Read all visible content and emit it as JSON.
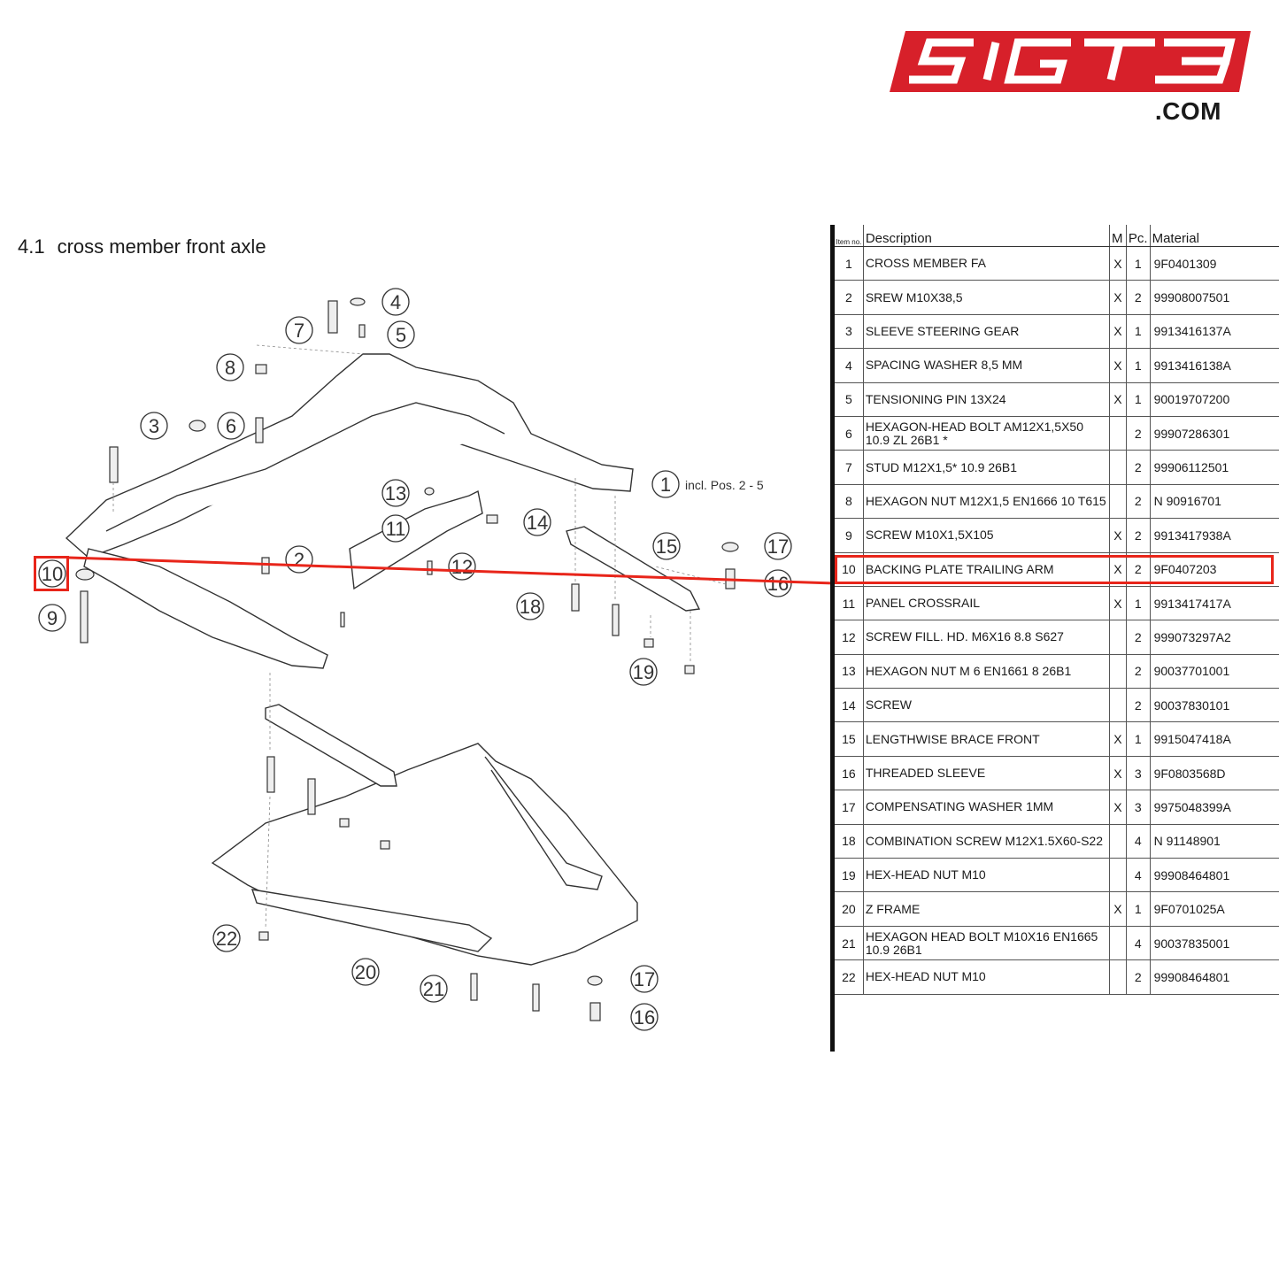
{
  "logo": {
    "text": "SIGT3",
    "suffix": ".COM",
    "color": "#d7202a"
  },
  "page": {
    "section_number": "4.1",
    "title": "cross member front axle"
  },
  "diagram": {
    "callouts": [
      "1",
      "2",
      "3",
      "4",
      "5",
      "6",
      "7",
      "8",
      "9",
      "10",
      "11",
      "12",
      "13",
      "14",
      "15",
      "16",
      "17",
      "18",
      "19",
      "20",
      "21",
      "22",
      "17",
      "16"
    ],
    "callout_1_note": "incl. Pos. 2 - 5",
    "highlighted_item": "10",
    "highlight_color": "#e8251a"
  },
  "table": {
    "headers": {
      "item": "Item no.",
      "description": "Description",
      "m": "M",
      "pc": "Pc.",
      "material": "Material"
    },
    "rows": [
      {
        "item": "1",
        "description": "CROSS MEMBER FA",
        "m": "X",
        "pc": "1",
        "material": "9F0401309"
      },
      {
        "item": "2",
        "description": "SREW M10X38,5",
        "m": "X",
        "pc": "2",
        "material": "99908007501"
      },
      {
        "item": "3",
        "description": "SLEEVE STEERING GEAR",
        "m": "X",
        "pc": "1",
        "material": "9913416137A"
      },
      {
        "item": "4",
        "description": "SPACING WASHER 8,5 MM",
        "m": "X",
        "pc": "1",
        "material": "9913416138A"
      },
      {
        "item": "5",
        "description": "TENSIONING PIN 13X24",
        "m": "X",
        "pc": "1",
        "material": "90019707200"
      },
      {
        "item": "6",
        "description": "HEXAGON-HEAD BOLT AM12X1,5X50 10.9 ZL 26B1 *",
        "m": "",
        "pc": "2",
        "material": "99907286301"
      },
      {
        "item": "7",
        "description": "STUD M12X1,5* 10.9 26B1",
        "m": "",
        "pc": "2",
        "material": "99906112501"
      },
      {
        "item": "8",
        "description": "HEXAGON NUT M12X1,5 EN1666 10 T615",
        "m": "",
        "pc": "2",
        "material": "N 90916701"
      },
      {
        "item": "9",
        "description": "SCREW M10X1,5X105",
        "m": "X",
        "pc": "2",
        "material": "9913417938A"
      },
      {
        "item": "10",
        "description": "BACKING PLATE TRAILING ARM",
        "m": "X",
        "pc": "2",
        "material": "9F0407203"
      },
      {
        "item": "11",
        "description": "PANEL CROSSRAIL",
        "m": "X",
        "pc": "1",
        "material": "9913417417A"
      },
      {
        "item": "12",
        "description": "SCREW FILL. HD. M6X16 8.8 S627",
        "m": "",
        "pc": "2",
        "material": "999073297A2"
      },
      {
        "item": "13",
        "description": "HEXAGON NUT M 6 EN1661 8 26B1",
        "m": "",
        "pc": "2",
        "material": "90037701001"
      },
      {
        "item": "14",
        "description": "SCREW",
        "m": "",
        "pc": "2",
        "material": "90037830101"
      },
      {
        "item": "15",
        "description": "LENGTHWISE BRACE FRONT",
        "m": "X",
        "pc": "1",
        "material": "9915047418A"
      },
      {
        "item": "16",
        "description": "THREADED SLEEVE",
        "m": "X",
        "pc": "3",
        "material": "9F0803568D"
      },
      {
        "item": "17",
        "description": "COMPENSATING WASHER 1MM",
        "m": "X",
        "pc": "3",
        "material": "9975048399A"
      },
      {
        "item": "18",
        "description": "COMBINATION SCREW M12X1.5X60-S22",
        "m": "",
        "pc": "4",
        "material": "N 91148901"
      },
      {
        "item": "19",
        "description": "HEX-HEAD NUT M10",
        "m": "",
        "pc": "4",
        "material": "99908464801"
      },
      {
        "item": "20",
        "description": "Z FRAME",
        "m": "X",
        "pc": "1",
        "material": "9F0701025A"
      },
      {
        "item": "21",
        "description": "HEXAGON HEAD BOLT M10X16 EN1665 10.9 26B1",
        "m": "",
        "pc": "4",
        "material": "90037835001"
      },
      {
        "item": "22",
        "description": "HEX-HEAD NUT M10",
        "m": "",
        "pc": "2",
        "material": "99908464801"
      }
    ]
  }
}
